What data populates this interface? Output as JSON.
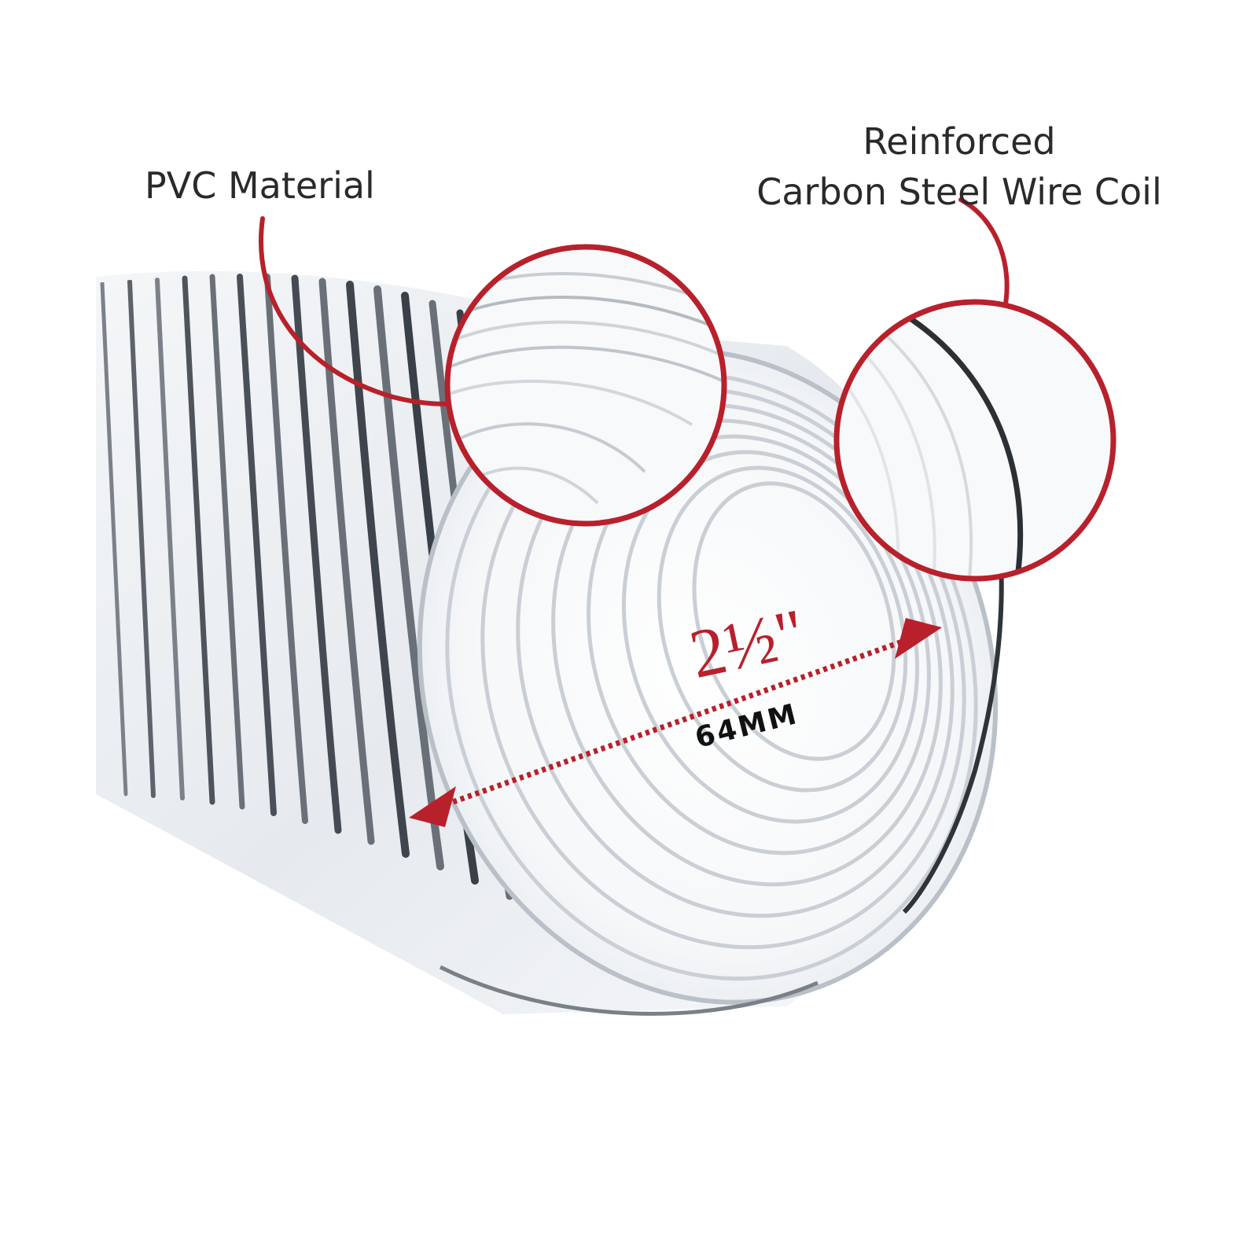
{
  "callouts": {
    "material_label": "PVC Material",
    "coil_label_line1": "Reinforced",
    "coil_label_line2": "Carbon Steel Wire Coil"
  },
  "dimension": {
    "inch_label": "2½\"",
    "mm_label": "64MM"
  },
  "colors": {
    "accent_red": "#b8202b",
    "wire_dark": "#3a3f45",
    "hose_clear": "#eef1f4",
    "text_dark": "#2a2a2a"
  }
}
